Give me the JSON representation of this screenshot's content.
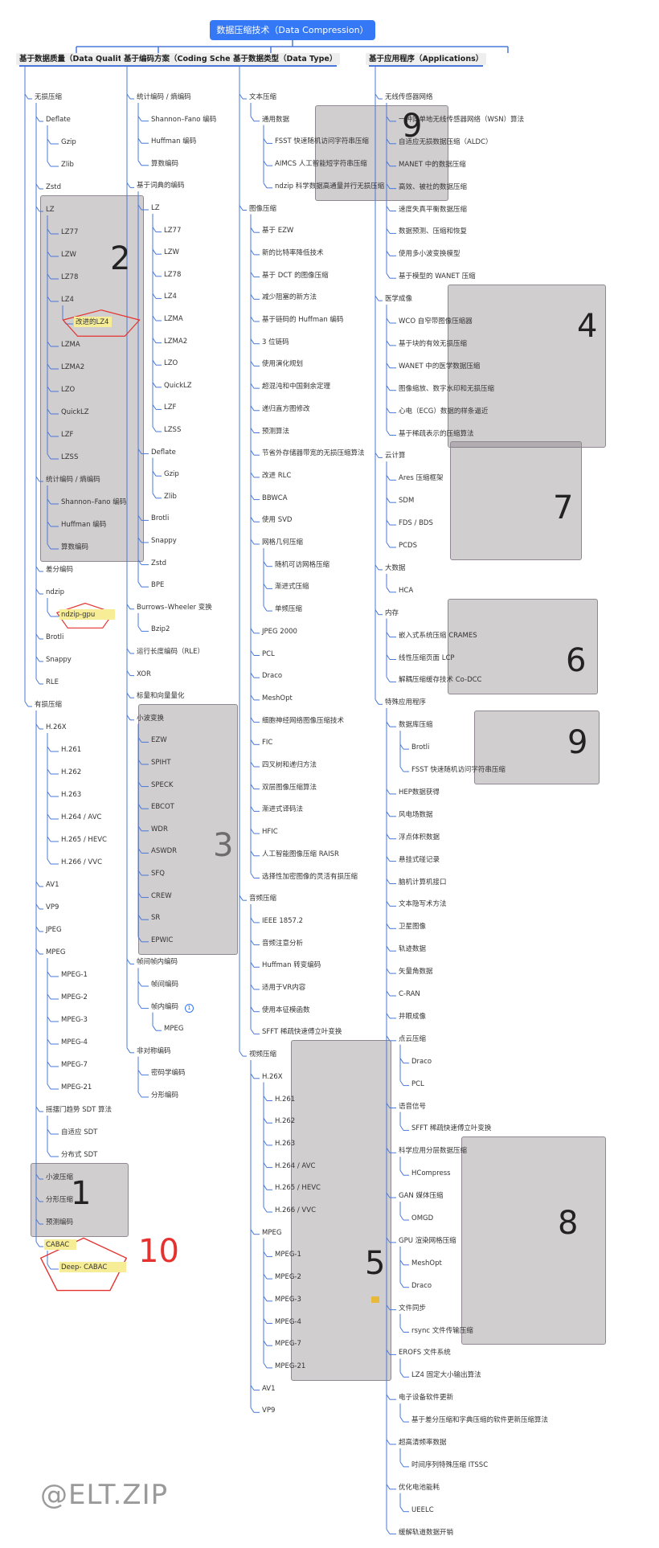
{
  "root": {
    "label": "数据压缩技术（Data Compression）"
  },
  "footer": {
    "watermark": "@ELT.ZIP"
  },
  "colors": {
    "root": "#3478f6",
    "line": "#4a78d8",
    "box": "#a59ca3",
    "highlight": "#f6ed96",
    "annotation": "#e5322e"
  },
  "columns": [
    {
      "key": "c1",
      "title": "基于数据质量（Data Quality）",
      "items": [
        {
          "label": "无损压缩",
          "d": 1
        },
        {
          "label": "Deflate",
          "d": 2
        },
        {
          "label": "Gzip",
          "d": 3
        },
        {
          "label": "Zlib",
          "d": 3
        },
        {
          "label": "Zstd",
          "d": 2
        },
        {
          "label": "LZ",
          "d": 2
        },
        {
          "label": "LZ77",
          "d": 3
        },
        {
          "label": "LZW",
          "d": 3
        },
        {
          "label": "LZ78",
          "d": 3
        },
        {
          "label": "LZ4",
          "d": 3
        },
        {
          "label": "改进的LZ4",
          "d": 4,
          "hl": true
        },
        {
          "label": "LZMA",
          "d": 3
        },
        {
          "label": "LZMA2",
          "d": 3
        },
        {
          "label": "LZO",
          "d": 3
        },
        {
          "label": "QuickLZ",
          "d": 3
        },
        {
          "label": "LZF",
          "d": 3
        },
        {
          "label": "LZSS",
          "d": 3
        },
        {
          "label": "统计编码 / 熵编码",
          "d": 2
        },
        {
          "label": "Shannon–Fano 编码",
          "d": 3
        },
        {
          "label": "Huffman 编码",
          "d": 3
        },
        {
          "label": "算数编码",
          "d": 3
        },
        {
          "label": "差分编码",
          "d": 2
        },
        {
          "label": "ndzip",
          "d": 2
        },
        {
          "label": "ndzip-gpu",
          "d": 3,
          "hl": true
        },
        {
          "label": "Brotli",
          "d": 2
        },
        {
          "label": "Snappy",
          "d": 2
        },
        {
          "label": "RLE",
          "d": 2
        },
        {
          "label": "有损压缩",
          "d": 1
        },
        {
          "label": "H.26X",
          "d": 2
        },
        {
          "label": "H.261",
          "d": 3
        },
        {
          "label": "H.262",
          "d": 3
        },
        {
          "label": "H.263",
          "d": 3
        },
        {
          "label": "H.264 / AVC",
          "d": 3
        },
        {
          "label": "H.265 / HEVC",
          "d": 3
        },
        {
          "label": "H.266 / VVC",
          "d": 3
        },
        {
          "label": "AV1",
          "d": 2
        },
        {
          "label": "VP9",
          "d": 2
        },
        {
          "label": "JPEG",
          "d": 2
        },
        {
          "label": "MPEG",
          "d": 2
        },
        {
          "label": "MPEG-1",
          "d": 3
        },
        {
          "label": "MPEG-2",
          "d": 3
        },
        {
          "label": "MPEG-3",
          "d": 3
        },
        {
          "label": "MPEG-4",
          "d": 3
        },
        {
          "label": "MPEG-7",
          "d": 3
        },
        {
          "label": "MPEG-21",
          "d": 3
        },
        {
          "label": "摇摆门趋势 SDT 算法",
          "d": 2
        },
        {
          "label": "自适应 SDT",
          "d": 3
        },
        {
          "label": "分布式 SDT",
          "d": 3
        },
        {
          "label": "小波压缩",
          "d": 2
        },
        {
          "label": "分形压缩",
          "d": 2
        },
        {
          "label": "预测编码",
          "d": 2
        },
        {
          "label": "CABAC",
          "d": 2,
          "hl": true
        },
        {
          "label": "Deep- CABAC",
          "d": 3,
          "hl": true
        }
      ]
    },
    {
      "key": "c2",
      "title": "基于编码方案（Coding Schemes）",
      "items": [
        {
          "label": "统计编码 / 熵编码",
          "d": 1
        },
        {
          "label": "Shannon–Fano 编码",
          "d": 2
        },
        {
          "label": "Huffman 编码",
          "d": 2
        },
        {
          "label": "算数编码",
          "d": 2
        },
        {
          "label": "基于词典的编码",
          "d": 1
        },
        {
          "label": "LZ",
          "d": 2
        },
        {
          "label": "LZ77",
          "d": 3
        },
        {
          "label": "LZW",
          "d": 3
        },
        {
          "label": "LZ78",
          "d": 3
        },
        {
          "label": "LZ4",
          "d": 3
        },
        {
          "label": "LZMA",
          "d": 3
        },
        {
          "label": "LZMA2",
          "d": 3
        },
        {
          "label": "LZO",
          "d": 3
        },
        {
          "label": "QuickLZ",
          "d": 3
        },
        {
          "label": "LZF",
          "d": 3
        },
        {
          "label": "LZSS",
          "d": 3
        },
        {
          "label": "Deflate",
          "d": 2
        },
        {
          "label": "Gzip",
          "d": 3
        },
        {
          "label": "Zlib",
          "d": 3
        },
        {
          "label": "Brotli",
          "d": 2
        },
        {
          "label": "Snappy",
          "d": 2
        },
        {
          "label": "Zstd",
          "d": 2
        },
        {
          "label": "BPE",
          "d": 2
        },
        {
          "label": "Burrows–Wheeler 变换",
          "d": 1
        },
        {
          "label": "Bzip2",
          "d": 2
        },
        {
          "label": "运行长度编码（RLE）",
          "d": 1
        },
        {
          "label": "XOR",
          "d": 1
        },
        {
          "label": "标量和向量量化",
          "d": 1
        },
        {
          "label": "小波变换",
          "d": 1
        },
        {
          "label": "EZW",
          "d": 2
        },
        {
          "label": "SPIHT",
          "d": 2
        },
        {
          "label": "SPECK",
          "d": 2
        },
        {
          "label": "EBCOT",
          "d": 2
        },
        {
          "label": "WDR",
          "d": 2
        },
        {
          "label": "ASWDR",
          "d": 2
        },
        {
          "label": "SFQ",
          "d": 2
        },
        {
          "label": "CREW",
          "d": 2
        },
        {
          "label": "SR",
          "d": 2
        },
        {
          "label": "EPWIC",
          "d": 2
        },
        {
          "label": "帧间帧内编码",
          "d": 1
        },
        {
          "label": "帧间编码",
          "d": 2
        },
        {
          "label": "帧内编码",
          "d": 2
        },
        {
          "label": "MPEG",
          "d": 3
        },
        {
          "label": "非对称编码",
          "d": 1
        },
        {
          "label": "密码学编码",
          "d": 2
        },
        {
          "label": "分形编码",
          "d": 2
        }
      ]
    },
    {
      "key": "c3",
      "title": "基于数据类型（Data Type）",
      "items": [
        {
          "label": "文本压缩",
          "d": 1
        },
        {
          "label": "通用数据",
          "d": 2
        },
        {
          "label": "FSST 快速随机访问字符串压缩",
          "d": 3
        },
        {
          "label": "AIMCS 人工智能短字符串压缩",
          "d": 3
        },
        {
          "label": "ndzip 科学数据高通量并行无损压缩",
          "d": 3
        },
        {
          "label": "图像压缩",
          "d": 1
        },
        {
          "label": "基于 EZW",
          "d": 2
        },
        {
          "label": "新的比特率降低技术",
          "d": 2
        },
        {
          "label": "基于 DCT 的图像压缩",
          "d": 2
        },
        {
          "label": "减少阻塞的新方法",
          "d": 2
        },
        {
          "label": "基于链码的 Huffman 编码",
          "d": 2
        },
        {
          "label": "3 位链码",
          "d": 2
        },
        {
          "label": "使用演化规划",
          "d": 2
        },
        {
          "label": "超混沌和中国剩余定理",
          "d": 2
        },
        {
          "label": "递归直方图修改",
          "d": 2
        },
        {
          "label": "预测算法",
          "d": 2
        },
        {
          "label": "节省外存储器带宽的无损压缩算法",
          "d": 2
        },
        {
          "label": "改进 RLC",
          "d": 2
        },
        {
          "label": "BBWCA",
          "d": 2
        },
        {
          "label": "使用 SVD",
          "d": 2
        },
        {
          "label": "网格几何压缩",
          "d": 2
        },
        {
          "label": "随机可访网格压缩",
          "d": 3
        },
        {
          "label": "渐进式压缩",
          "d": 3
        },
        {
          "label": "单频压缩",
          "d": 3
        },
        {
          "label": "JPEG 2000",
          "d": 2
        },
        {
          "label": "PCL",
          "d": 2
        },
        {
          "label": "Draco",
          "d": 2
        },
        {
          "label": "MeshOpt",
          "d": 2
        },
        {
          "label": "细胞神经网络图像压缩技术",
          "d": 2
        },
        {
          "label": "FIC",
          "d": 2
        },
        {
          "label": "四叉树和递归方法",
          "d": 2
        },
        {
          "label": "双层图像压缩算法",
          "d": 2
        },
        {
          "label": "渐进式译码法",
          "d": 2
        },
        {
          "label": "HFIC",
          "d": 2
        },
        {
          "label": "人工智能图像压缩 RAISR",
          "d": 2
        },
        {
          "label": "选择性加密图像的灵活有损压缩",
          "d": 2
        },
        {
          "label": "音频压缩",
          "d": 1
        },
        {
          "label": "IEEE 1857.2",
          "d": 2
        },
        {
          "label": "音频注意分析",
          "d": 2
        },
        {
          "label": "Huffman 转变编码",
          "d": 2
        },
        {
          "label": "适用于VR内容",
          "d": 2
        },
        {
          "label": "使用本征模函数",
          "d": 2
        },
        {
          "label": "SFFT 稀疏快速傅立叶变换",
          "d": 2
        },
        {
          "label": "视频压缩",
          "d": 1
        },
        {
          "label": "H.26X",
          "d": 2
        },
        {
          "label": "H.261",
          "d": 3
        },
        {
          "label": "H.262",
          "d": 3
        },
        {
          "label": "H.263",
          "d": 3
        },
        {
          "label": "H.264 / AVC",
          "d": 3
        },
        {
          "label": "H.265 / HEVC",
          "d": 3
        },
        {
          "label": "H.266 / VVC",
          "d": 3
        },
        {
          "label": "MPEG",
          "d": 2
        },
        {
          "label": "MPEG-1",
          "d": 3
        },
        {
          "label": "MPEG-2",
          "d": 3
        },
        {
          "label": "MPEG-3",
          "d": 3,
          "tag": true
        },
        {
          "label": "MPEG-4",
          "d": 3
        },
        {
          "label": "MPEG-7",
          "d": 3
        },
        {
          "label": "MPEG-21",
          "d": 3
        },
        {
          "label": "AV1",
          "d": 2
        },
        {
          "label": "VP9",
          "d": 2
        }
      ]
    },
    {
      "key": "c4",
      "title": "基于应用程序（Applications）",
      "items": [
        {
          "label": "无线传感器网络",
          "d": 1
        },
        {
          "label": "一种简单地无线传感器网络（WSN）算法",
          "d": 2
        },
        {
          "label": "自适应无损数据压缩（ALDC）",
          "d": 2
        },
        {
          "label": "MANET 中的数据压缩",
          "d": 2
        },
        {
          "label": "高效、被社的数据压缩",
          "d": 2
        },
        {
          "label": "速度失真平衡数据压缩",
          "d": 2
        },
        {
          "label": "数据预测、压缩和恢复",
          "d": 2
        },
        {
          "label": "使用多小波变换模型",
          "d": 2
        },
        {
          "label": "基于模型的 WANET 压缩",
          "d": 2
        },
        {
          "label": "医学成像",
          "d": 1
        },
        {
          "label": "WCO 自窄带图像压缩器",
          "d": 2
        },
        {
          "label": "基于块的有效无损压缩",
          "d": 2
        },
        {
          "label": "WANET 中的医学数据压缩",
          "d": 2
        },
        {
          "label": "图像缩放、数字水印和无损压缩",
          "d": 2
        },
        {
          "label": "心电（ECG）数据的样条逼近",
          "d": 2
        },
        {
          "label": "基于稀疏表示的压缩算法",
          "d": 2
        },
        {
          "label": "云计算",
          "d": 1
        },
        {
          "label": "Ares 压缩框架",
          "d": 2
        },
        {
          "label": "SDM",
          "d": 2
        },
        {
          "label": "FDS / BDS",
          "d": 2
        },
        {
          "label": "PCDS",
          "d": 2
        },
        {
          "label": "大数据",
          "d": 1
        },
        {
          "label": "HCA",
          "d": 2
        },
        {
          "label": "内存",
          "d": 1
        },
        {
          "label": "嵌入式系统压缩 CRAMES",
          "d": 2
        },
        {
          "label": "线性压缩页面 LCP",
          "d": 2
        },
        {
          "label": "解耦压缩缓存技术 Co-DCC",
          "d": 2
        },
        {
          "label": "特殊应用程序",
          "d": 1
        },
        {
          "label": "数据库压缩",
          "d": 2
        },
        {
          "label": "Brotli",
          "d": 3
        },
        {
          "label": "FSST 快速随机访问字符串压缩",
          "d": 3
        },
        {
          "label": "HEP数据获得",
          "d": 2
        },
        {
          "label": "风电场数据",
          "d": 2
        },
        {
          "label": "浮点体积数据",
          "d": 2
        },
        {
          "label": "悬挂式碰记录",
          "d": 2
        },
        {
          "label": "脑机计算机接口",
          "d": 2
        },
        {
          "label": "文本隐写术方法",
          "d": 2
        },
        {
          "label": "卫星图像",
          "d": 2
        },
        {
          "label": "轨迹数据",
          "d": 2
        },
        {
          "label": "矢量角数据",
          "d": 2
        },
        {
          "label": "C-RAN",
          "d": 2
        },
        {
          "label": "井眼成像",
          "d": 2
        },
        {
          "label": "点云压缩",
          "d": 2
        },
        {
          "label": "Draco",
          "d": 3
        },
        {
          "label": "PCL",
          "d": 3
        },
        {
          "label": "语音信号",
          "d": 2
        },
        {
          "label": "SFFT 稀疏快速傅立叶变换",
          "d": 3
        },
        {
          "label": "科学应用分层数据压缩",
          "d": 2
        },
        {
          "label": "HCompress",
          "d": 3
        },
        {
          "label": "GAN 媒体压缩",
          "d": 2
        },
        {
          "label": "OMGD",
          "d": 3
        },
        {
          "label": "GPU 渲染网格压缩",
          "d": 2
        },
        {
          "label": "MeshOpt",
          "d": 3
        },
        {
          "label": "Draco",
          "d": 3
        },
        {
          "label": "文件同步",
          "d": 2
        },
        {
          "label": "rsync 文件传输压缩",
          "d": 3
        },
        {
          "label": "EROFS 文件系统",
          "d": 2
        },
        {
          "label": "LZ4 固定大小输出算法",
          "d": 3
        },
        {
          "label": "电子设备软件更新",
          "d": 2
        },
        {
          "label": "基于差分压缩和字典压缩的软件更新压缩算法",
          "d": 3
        },
        {
          "label": "超高清频率数据",
          "d": 2
        },
        {
          "label": "时间序列特殊压缩 ITSSC",
          "d": 3
        },
        {
          "label": "优化电池能耗",
          "d": 2
        },
        {
          "label": "UEELC",
          "d": 3
        },
        {
          "label": "缓解轨道数据开销",
          "d": 2
        }
      ]
    }
  ],
  "annotations": [
    {
      "label": "1",
      "style": "dark"
    },
    {
      "label": "2",
      "style": "dark"
    },
    {
      "label": "3",
      "style": "light"
    },
    {
      "label": "4",
      "style": "dark"
    },
    {
      "label": "5",
      "style": "dark"
    },
    {
      "label": "6",
      "style": "dark"
    },
    {
      "label": "7",
      "style": "dark"
    },
    {
      "label": "8",
      "style": "dark"
    },
    {
      "label": "9",
      "style": "dark"
    },
    {
      "label": "9",
      "style": "dark"
    },
    {
      "label": "10",
      "style": "red"
    }
  ],
  "badges": [
    {
      "label": "1"
    }
  ]
}
